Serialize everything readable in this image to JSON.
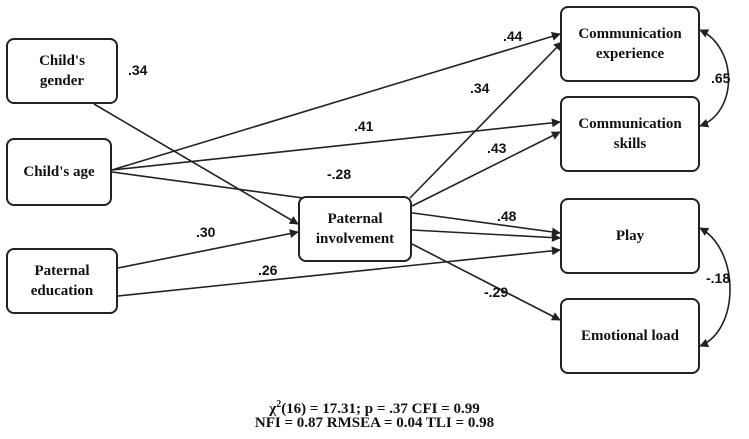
{
  "colors": {
    "line": "#222222",
    "background": "#ffffff",
    "text": "#111111"
  },
  "nodes": {
    "gender": "Child's\ngender",
    "age": "Child's age",
    "education": "Paternal\neducation",
    "involvement": "Paternal\ninvolvement",
    "comm_experience": "Communication\nexperience",
    "comm_skills": "Communication\nskills",
    "play": "Play",
    "emotional_load": "Emotional  load"
  },
  "paths": [
    {
      "from": "Child's gender",
      "to": "Paternal involvement",
      "coefficient": ".34"
    },
    {
      "from": "Child's age",
      "to": "Communication experience",
      "coefficient": ".44"
    },
    {
      "from": "Child's age",
      "to": "Communication skills",
      "coefficient": ".41"
    },
    {
      "from": "Child's age",
      "to": "Play",
      "coefficient": "-.28"
    },
    {
      "from": "Paternal education",
      "to": "Paternal involvement",
      "coefficient": ".30"
    },
    {
      "from": "Paternal education",
      "to": "Play",
      "coefficient": ".26"
    },
    {
      "from": "Paternal involvement",
      "to": "Communication experience",
      "coefficient": ".34"
    },
    {
      "from": "Paternal involvement",
      "to": "Communication skills",
      "coefficient": ".43"
    },
    {
      "from": "Paternal involvement",
      "to": "Play",
      "coefficient": ".48"
    },
    {
      "from": "Paternal involvement",
      "to": "Emotional load",
      "coefficient": "-.29"
    }
  ],
  "correlations": [
    {
      "between": [
        "Communication experience",
        "Communication skills"
      ],
      "coefficient": ".65"
    },
    {
      "between": [
        "Play",
        "Emotional load"
      ],
      "coefficient": "-.18"
    }
  ],
  "fit": {
    "chi_symbol": "χ",
    "chi_sup": "2",
    "line1_rest": "(16) = 17.31; p = .37 CFI = 0.99",
    "line2": "NFI = 0.87 RMSEA = 0.04 TLI = 0.98"
  }
}
